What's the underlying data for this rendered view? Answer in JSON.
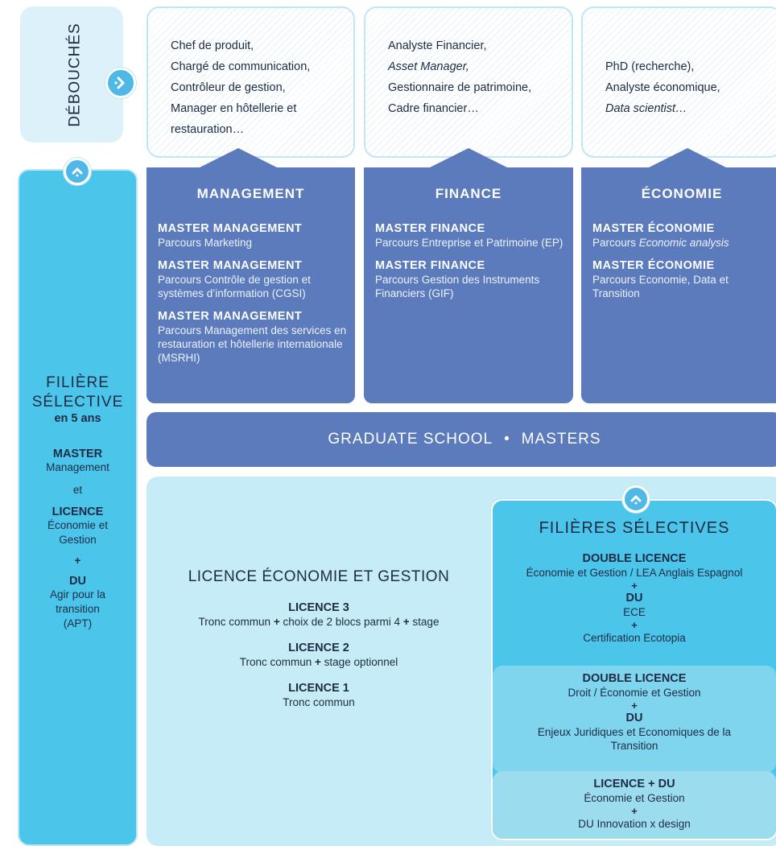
{
  "debouches": {
    "label": "DÉBOUCHÉS",
    "arrow_icon": "chevron-right-circle-icon"
  },
  "careers": [
    {
      "lines": [
        {
          "text": "Chef de produit,",
          "italic": false
        },
        {
          "text": "Chargé de communication,",
          "italic": false
        },
        {
          "text": "Contrôleur de gestion,",
          "italic": false
        },
        {
          "text": "Manager en hôtellerie et",
          "italic": false
        },
        {
          "text": "restauration…",
          "italic": false
        }
      ]
    },
    {
      "lines": [
        {
          "text": "Analyste Financier,",
          "italic": false
        },
        {
          "text": "Asset Manager,",
          "italic": true
        },
        {
          "text": "Gestionnaire de patrimoine,",
          "italic": false
        },
        {
          "text": "Cadre financier…",
          "italic": false
        }
      ]
    },
    {
      "lines": [
        {
          "text": "PhD (recherche),",
          "italic": false
        },
        {
          "text": "Analyste économique,",
          "italic": false
        },
        {
          "text": "Data scientist…",
          "italic": true
        }
      ]
    }
  ],
  "columns": [
    {
      "title": "MANAGEMENT",
      "masters": [
        {
          "title": "MASTER MANAGEMENT",
          "sub": "Parcours Marketing"
        },
        {
          "title": "MASTER MANAGEMENT",
          "sub": "Parcours Contrôle de gestion et systèmes d’information (CGSI)"
        },
        {
          "title": "MASTER MANAGEMENT",
          "sub": "Parcours Management des services en restauration et hôtellerie internationale (MSRHI)"
        }
      ]
    },
    {
      "title": "FINANCE",
      "masters": [
        {
          "title": "MASTER FINANCE",
          "sub": "Parcours Entreprise et Patrimoine (EP)"
        },
        {
          "title": "MASTER FINANCE",
          "sub": "Parcours Gestion des Instruments Financiers (GIF)"
        }
      ]
    },
    {
      "title": "ÉCONOMIE",
      "masters": [
        {
          "title": "MASTER ÉCONOMIE",
          "sub_prefix": "Parcours ",
          "sub_italic": "Economic analysis"
        },
        {
          "title": "MASTER ÉCONOMIE",
          "sub": "Parcours Economie, Data et Transition"
        }
      ]
    }
  ],
  "graduate": {
    "left": "GRADUATE SCHOOL",
    "sep": "•",
    "right": "MASTERS"
  },
  "left_filiere": {
    "title1": "FILIÈRE",
    "title2": "SÉLECTIVE",
    "years": "en 5 ans",
    "master": "MASTER",
    "master_sub": "Management",
    "et": "et",
    "licence": "LICENCE",
    "licence_sub": "Économie et Gestion",
    "plus": "+",
    "du": "DU",
    "du_sub": "Agir pour la transition (APT)",
    "up_icon": "chevron-up-circle-icon"
  },
  "licence": {
    "title": "LICENCE ÉCONOMIE ET GESTION",
    "levels": [
      {
        "title": "LICENCE 3",
        "parts": [
          "Tronc commun ",
          "+",
          " choix de 2 blocs parmi 4 ",
          "+",
          " stage"
        ]
      },
      {
        "title": "LICENCE 2",
        "parts": [
          "Tronc commun ",
          "+",
          " stage optionnel"
        ]
      },
      {
        "title": "LICENCE 1",
        "parts": [
          "Tronc commun"
        ]
      }
    ]
  },
  "selectives": {
    "title": "FILIÈRES SÉLECTIVES",
    "up_icon": "chevron-up-circle-icon",
    "s1": {
      "t1": "DOUBLE LICENCE",
      "n1": "Économie et Gestion / LEA Anglais Espagnol",
      "p1": "+",
      "t2": "DU",
      "n2": "ECE",
      "p2": "+",
      "n3": "Certification Ecotopia"
    },
    "s2": {
      "t1": "DOUBLE LICENCE",
      "n1": "Droit / Économie et Gestion",
      "p1": "+",
      "t2": "DU",
      "n2": "Enjeux Juridiques et Economiques de la Transition"
    },
    "s3": {
      "t1a": "LICENCE",
      "plus": "+",
      "t1b": "DU",
      "n1": "Économie et Gestion",
      "p1": "+",
      "n2": "DU Innovation x design"
    }
  }
}
